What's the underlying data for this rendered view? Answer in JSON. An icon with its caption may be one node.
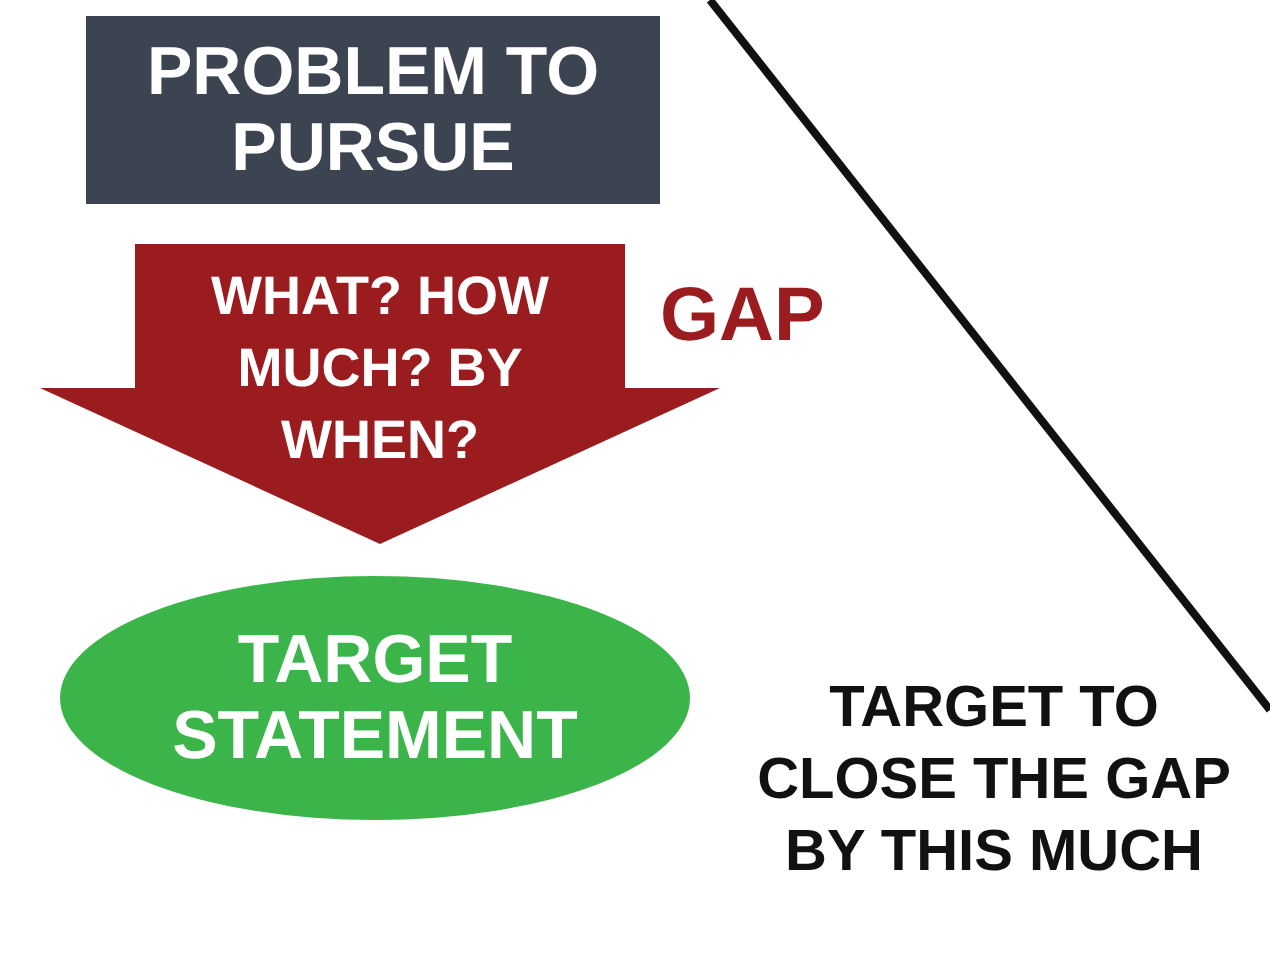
{
  "diagram": {
    "nodes": [
      {
        "text": [
          "PROBLEM TO PURSUE"
        ]
      },
      {
        "text": [
          "TARGET STATEMENT"
        ]
      }
    ],
    "edges": [
      {
        "from": 0,
        "to": 1,
        "arrow": "to",
        "label": "WHAT? HOW MUCH? BY WHEN?",
        "style": "thick",
        "color": "#9b1c1f"
      }
    ],
    "labels": [
      "GAP",
      "TARGET TO CLOSE THE GAP BY THIS MUCH"
    ]
  }
}
